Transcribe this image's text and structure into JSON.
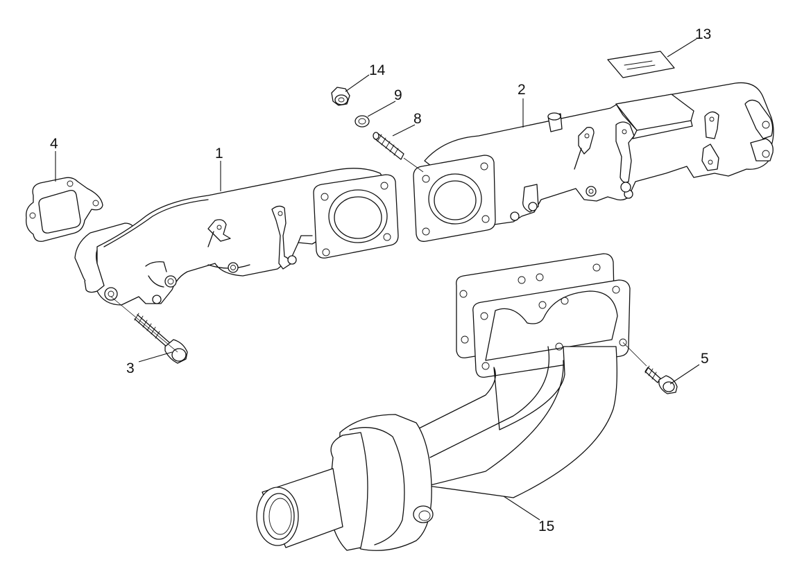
{
  "diagram": {
    "callouts": [
      {
        "id": "p1",
        "label": "1"
      },
      {
        "id": "p2",
        "label": "2"
      },
      {
        "id": "p3",
        "label": "3"
      },
      {
        "id": "p4",
        "label": "4"
      },
      {
        "id": "p5",
        "label": "5"
      },
      {
        "id": "p8",
        "label": "8"
      },
      {
        "id": "p9",
        "label": "9"
      },
      {
        "id": "p13",
        "label": "13"
      },
      {
        "id": "p14",
        "label": "14"
      },
      {
        "id": "p15",
        "label": "15"
      }
    ]
  }
}
